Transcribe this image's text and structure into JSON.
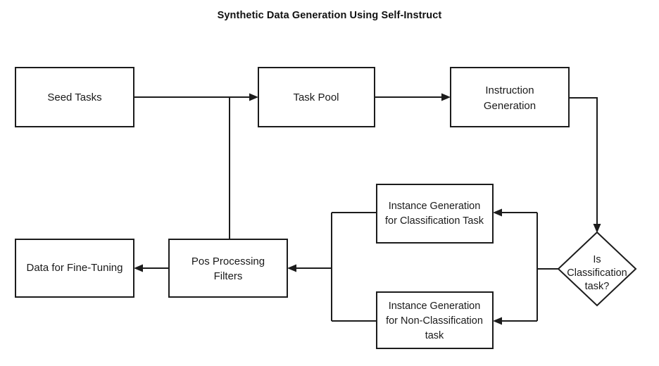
{
  "title": "Synthetic Data Generation Using Self-Instruct",
  "colors": {
    "background": "#ffffff",
    "stroke": "#1c1c1c",
    "text": "#1a1a1a",
    "node_fill": "#ffffff"
  },
  "chart_data": {
    "type": "diagram",
    "title": "Synthetic Data Generation Using Self-Instruct",
    "nodes": [
      {
        "id": "seed_tasks",
        "label": "Seed Tasks",
        "shape": "rectangle",
        "lines": [
          "Seed Tasks"
        ]
      },
      {
        "id": "task_pool",
        "label": "Task Pool",
        "shape": "rectangle",
        "lines": [
          "Task Pool"
        ]
      },
      {
        "id": "instruction_generation",
        "label": "Instruction Generation",
        "shape": "rectangle",
        "lines": [
          "Instruction",
          "Generation"
        ]
      },
      {
        "id": "is_classification",
        "label": "Is Classification task?",
        "shape": "diamond",
        "lines": [
          "Is",
          "Classification",
          "task?"
        ]
      },
      {
        "id": "instance_classification",
        "label": "Instance Generation for Classification Task",
        "shape": "rectangle",
        "lines": [
          "Instance Generation",
          "for Classification Task"
        ]
      },
      {
        "id": "instance_non_classification",
        "label": "Instance Generation for Non-Classification task",
        "shape": "rectangle",
        "lines": [
          "Instance Generation",
          "for Non-Classification",
          "task"
        ]
      },
      {
        "id": "pos_processing_filters",
        "label": "Pos Processing Filters",
        "shape": "rectangle",
        "lines": [
          "Pos Processing",
          "Filters"
        ]
      },
      {
        "id": "data_fine_tuning",
        "label": "Data for Fine-Tuning",
        "shape": "rectangle",
        "lines": [
          "Data for Fine-Tuning"
        ]
      }
    ],
    "edges": [
      {
        "from": "seed_tasks",
        "to": "task_pool",
        "label": ""
      },
      {
        "from": "task_pool",
        "to": "instruction_generation",
        "label": ""
      },
      {
        "from": "instruction_generation",
        "to": "is_classification",
        "label": ""
      },
      {
        "from": "is_classification",
        "to": "instance_classification",
        "label": ""
      },
      {
        "from": "is_classification",
        "to": "instance_non_classification",
        "label": ""
      },
      {
        "from": "instance_classification",
        "to": "pos_processing_filters",
        "label": ""
      },
      {
        "from": "instance_non_classification",
        "to": "pos_processing_filters",
        "label": ""
      },
      {
        "from": "pos_processing_filters",
        "to": "data_fine_tuning",
        "label": ""
      },
      {
        "from": "pos_processing_filters",
        "to": "task_pool",
        "label": ""
      }
    ]
  },
  "nodes": {
    "seed_tasks": {
      "line1": "Seed Tasks"
    },
    "task_pool": {
      "line1": "Task Pool"
    },
    "instruction_generation": {
      "line1": "Instruction",
      "line2": "Generation"
    },
    "is_classification": {
      "line1": "Is",
      "line2": "Classification",
      "line3": "task?"
    },
    "instance_classification": {
      "line1": "Instance Generation",
      "line2": "for Classification Task"
    },
    "instance_non_classification": {
      "line1": "Instance Generation",
      "line2": "for Non-Classification",
      "line3": "task"
    },
    "pos_processing_filters": {
      "line1": "Pos Processing",
      "line2": "Filters"
    },
    "data_fine_tuning": {
      "line1": "Data for Fine-Tuning"
    }
  }
}
